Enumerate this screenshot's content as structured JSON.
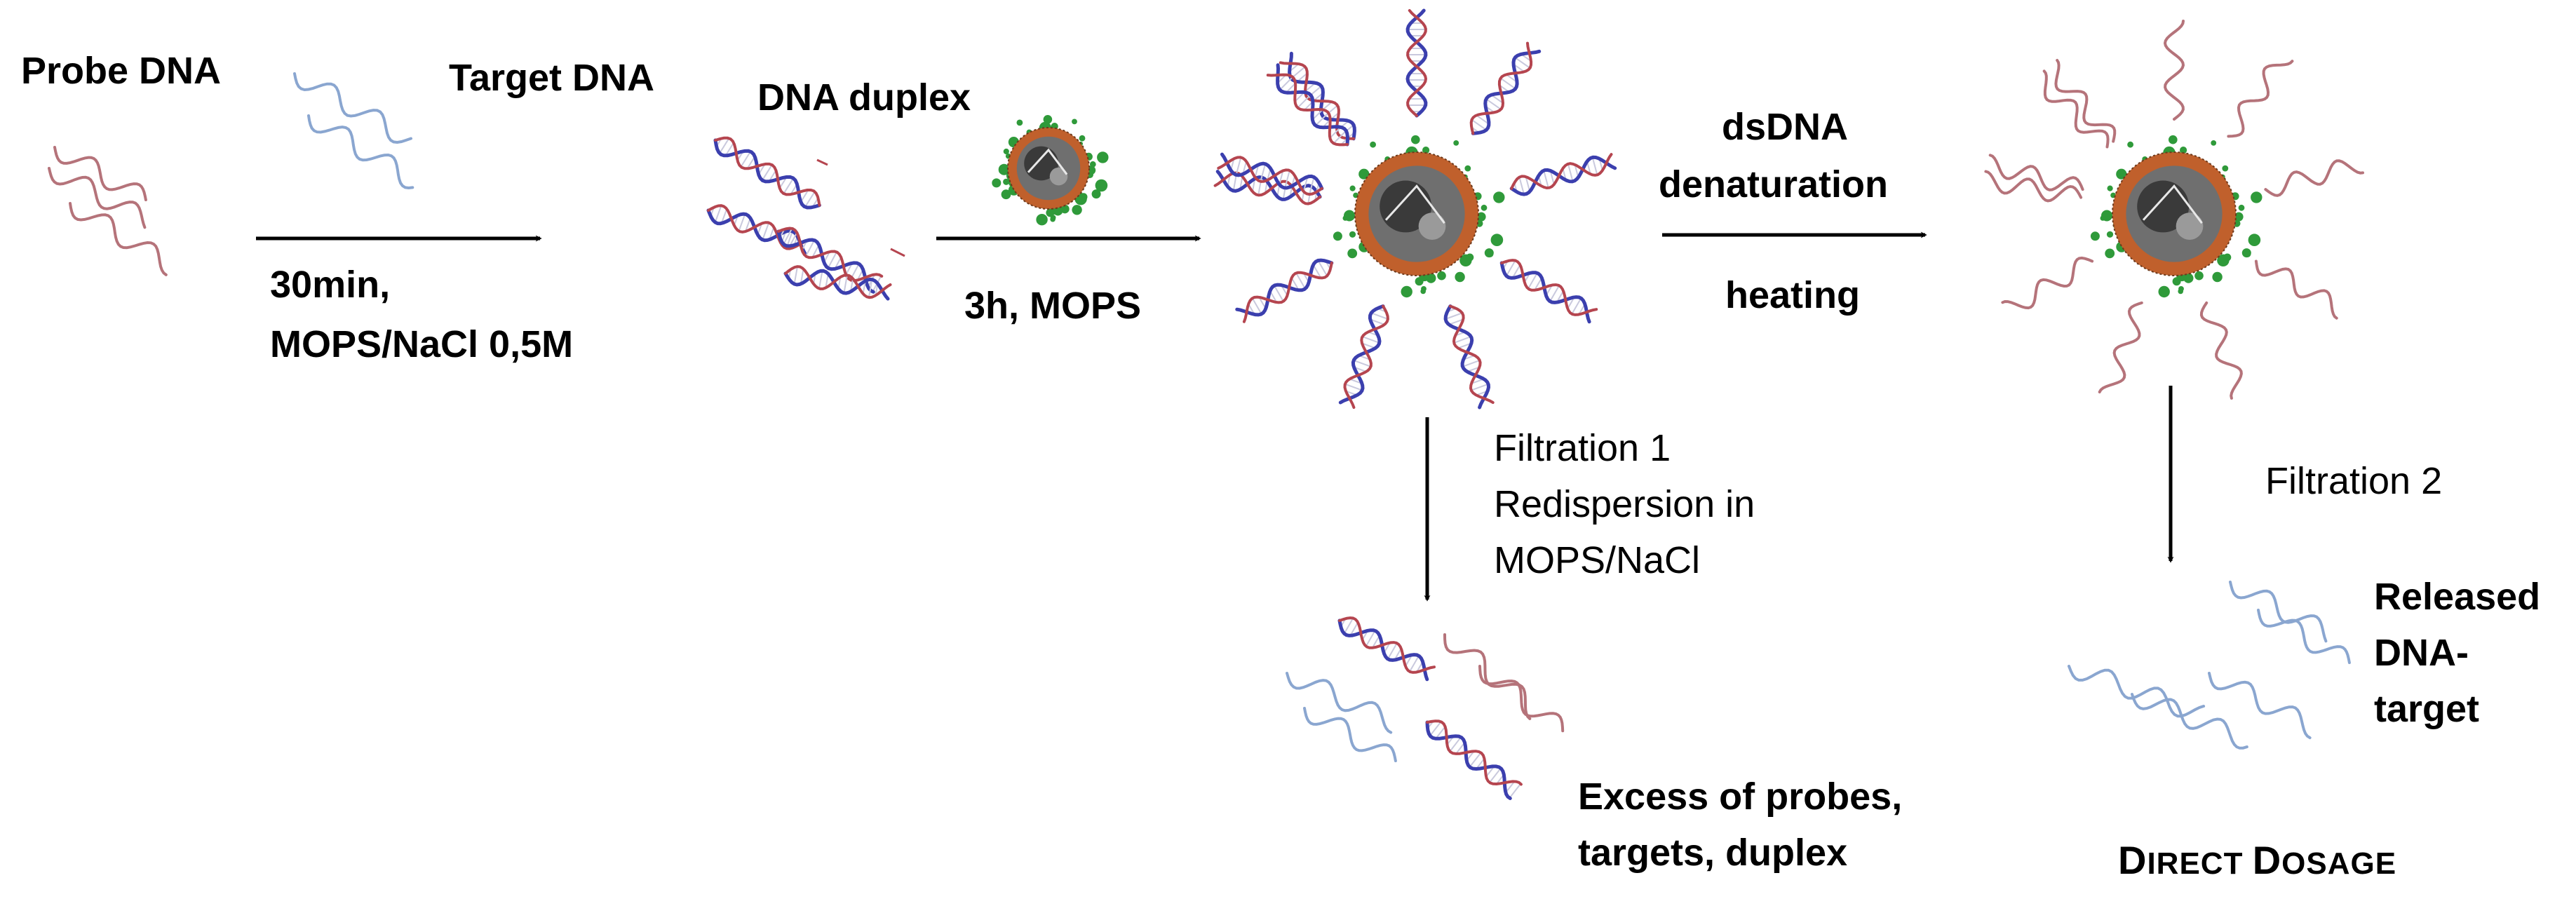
{
  "labels": {
    "probe_dna": "Probe DNA",
    "target_dna": "Target DNA",
    "dna_duplex": "DNA duplex",
    "step1_line1": "30min,",
    "step1_line2": "MOPS/NaCl 0,5M",
    "step2": "3h, MOPS",
    "step3_line1": "dsDNA",
    "step3_line2": "denaturation",
    "step3_line3": "heating",
    "filtration1_line1": "Filtration 1",
    "filtration1_line2": "Redispersion in",
    "filtration1_line3": "MOPS/NaCl",
    "filtration2": "Filtration 2",
    "released_line1": "Released",
    "released_line2": "DNA-",
    "released_line3": "target",
    "excess_line1": "Excess of probes,",
    "excess_line2": "targets, duplex",
    "direct_dosage_first": "D",
    "direct_dosage_rest_1": "IRECT ",
    "direct_dosage_second": "D",
    "direct_dosage_rest_2": "OSAGE"
  },
  "colors": {
    "probe_strand": "#b5737a",
    "target_strand": "#8aa6d0",
    "duplex_blue": "#3b3fae",
    "duplex_red": "#b5454f",
    "duplex_rung": "#c9c9dd",
    "particle_core": "#8c5a3c",
    "particle_shell": "#c0602c",
    "particle_dots": "#2f9a3a",
    "arrow": "#000000"
  }
}
